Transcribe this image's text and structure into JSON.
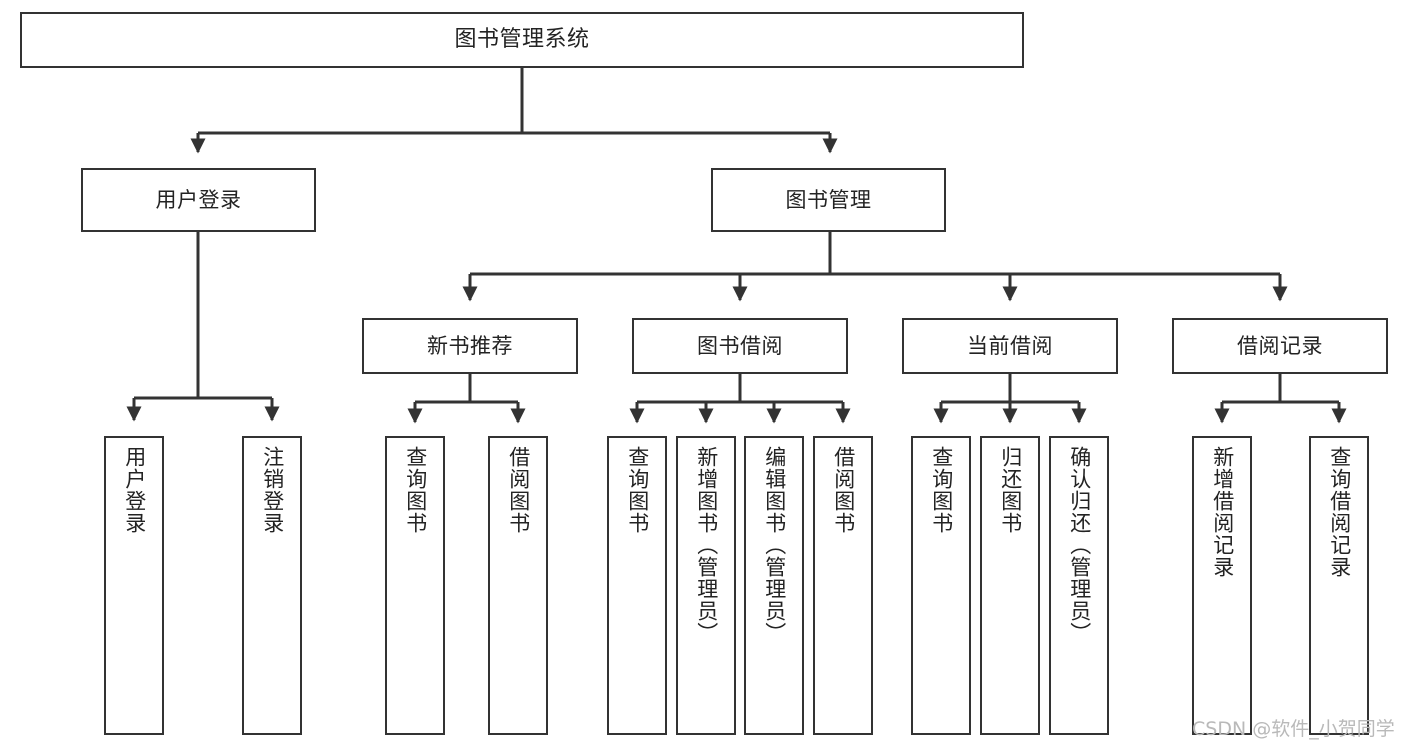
{
  "diagram": {
    "type": "tree-hierarchy-chart",
    "title_text": "图书管理系统",
    "watermark": "CSDN @软件_小贺同学",
    "colors": {
      "box_border": "#333333",
      "box_fill": "#ffffff",
      "connector": "#333333",
      "text": "#232323",
      "watermark": "#b9b9b9",
      "background": "#ffffff"
    },
    "nodes": {
      "root": {
        "label": "图书管理系统"
      },
      "level2": [
        {
          "label": "用户登录"
        },
        {
          "label": "图书管理"
        }
      ],
      "level3": [
        {
          "label": "新书推荐"
        },
        {
          "label": "图书借阅"
        },
        {
          "label": "当前借阅"
        },
        {
          "label": "借阅记录"
        }
      ],
      "leaves": {
        "user_login": [
          {
            "label": "用户登录"
          },
          {
            "label": "注销登录"
          }
        ],
        "new_book_recommend": [
          {
            "label": "查询图书"
          },
          {
            "label": "借阅图书"
          }
        ],
        "book_borrow": [
          {
            "label": "查询图书"
          },
          {
            "label": "新增图书（管理员）"
          },
          {
            "label": "编辑图书（管理员）"
          },
          {
            "label": "借阅图书"
          }
        ],
        "current_borrow": [
          {
            "label": "查询图书"
          },
          {
            "label": "归还图书"
          },
          {
            "label": "确认归还（管理员）"
          }
        ],
        "borrow_record": [
          {
            "label": "新增借阅记录"
          },
          {
            "label": "查询借阅记录"
          }
        ]
      }
    }
  }
}
